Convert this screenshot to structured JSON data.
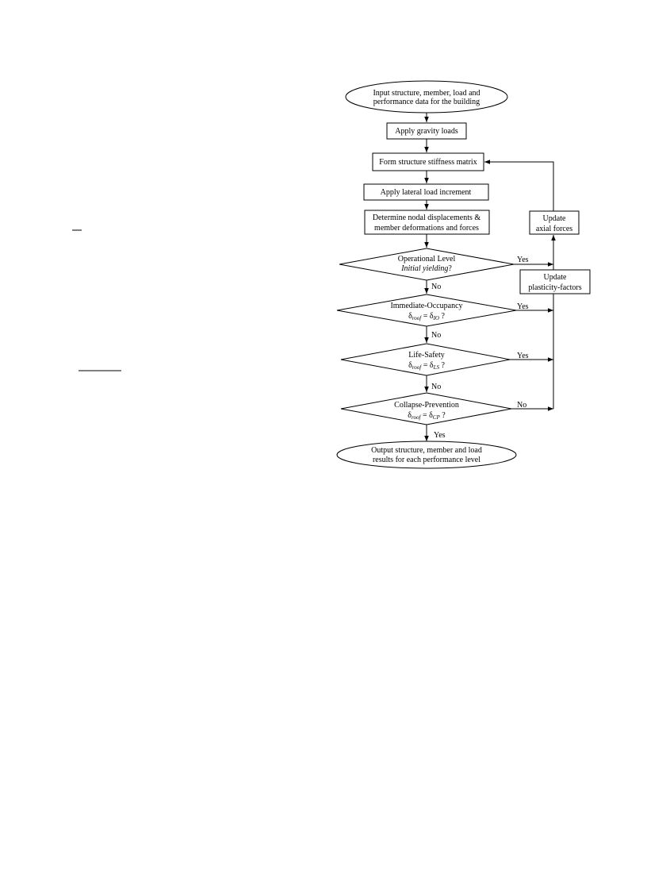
{
  "flowchart": {
    "start": {
      "line1": "Input structure, member, load and",
      "line2": "performance data for the building"
    },
    "apply_gravity": "Apply gravity loads",
    "form_stiffness": "Form structure stiffness matrix",
    "apply_lateral": "Apply lateral load increment",
    "determine": {
      "line1": "Determine nodal displacements &",
      "line2": "member deformations and forces"
    },
    "update_axial": {
      "line1": "Update",
      "line2": "axial forces"
    },
    "update_plasticity": {
      "line1": "Update",
      "line2": "plasticity-factors"
    },
    "decision_operational": {
      "line1": "Operational Level",
      "line2": "Initial yielding",
      "q": "?"
    },
    "decision_io": {
      "title": "Immediate-Occupancy",
      "delta": "δ",
      "roof": "roof",
      "eq": " = δ",
      "sub": "IO",
      "q": " ?"
    },
    "decision_ls": {
      "title": "Life-Safety",
      "delta": "δ",
      "roof": "roof",
      "eq": " = δ",
      "sub": "LS",
      "q": " ?"
    },
    "decision_cp": {
      "title": "Collapse-Prevention",
      "delta": "δ",
      "roof": "roof",
      "eq": " = δ",
      "sub": "CP",
      "q": " ?"
    },
    "end": {
      "line1": "Output structure, member and load",
      "line2": "results for each performance level"
    },
    "labels": {
      "yes": "Yes",
      "no": "No"
    }
  }
}
